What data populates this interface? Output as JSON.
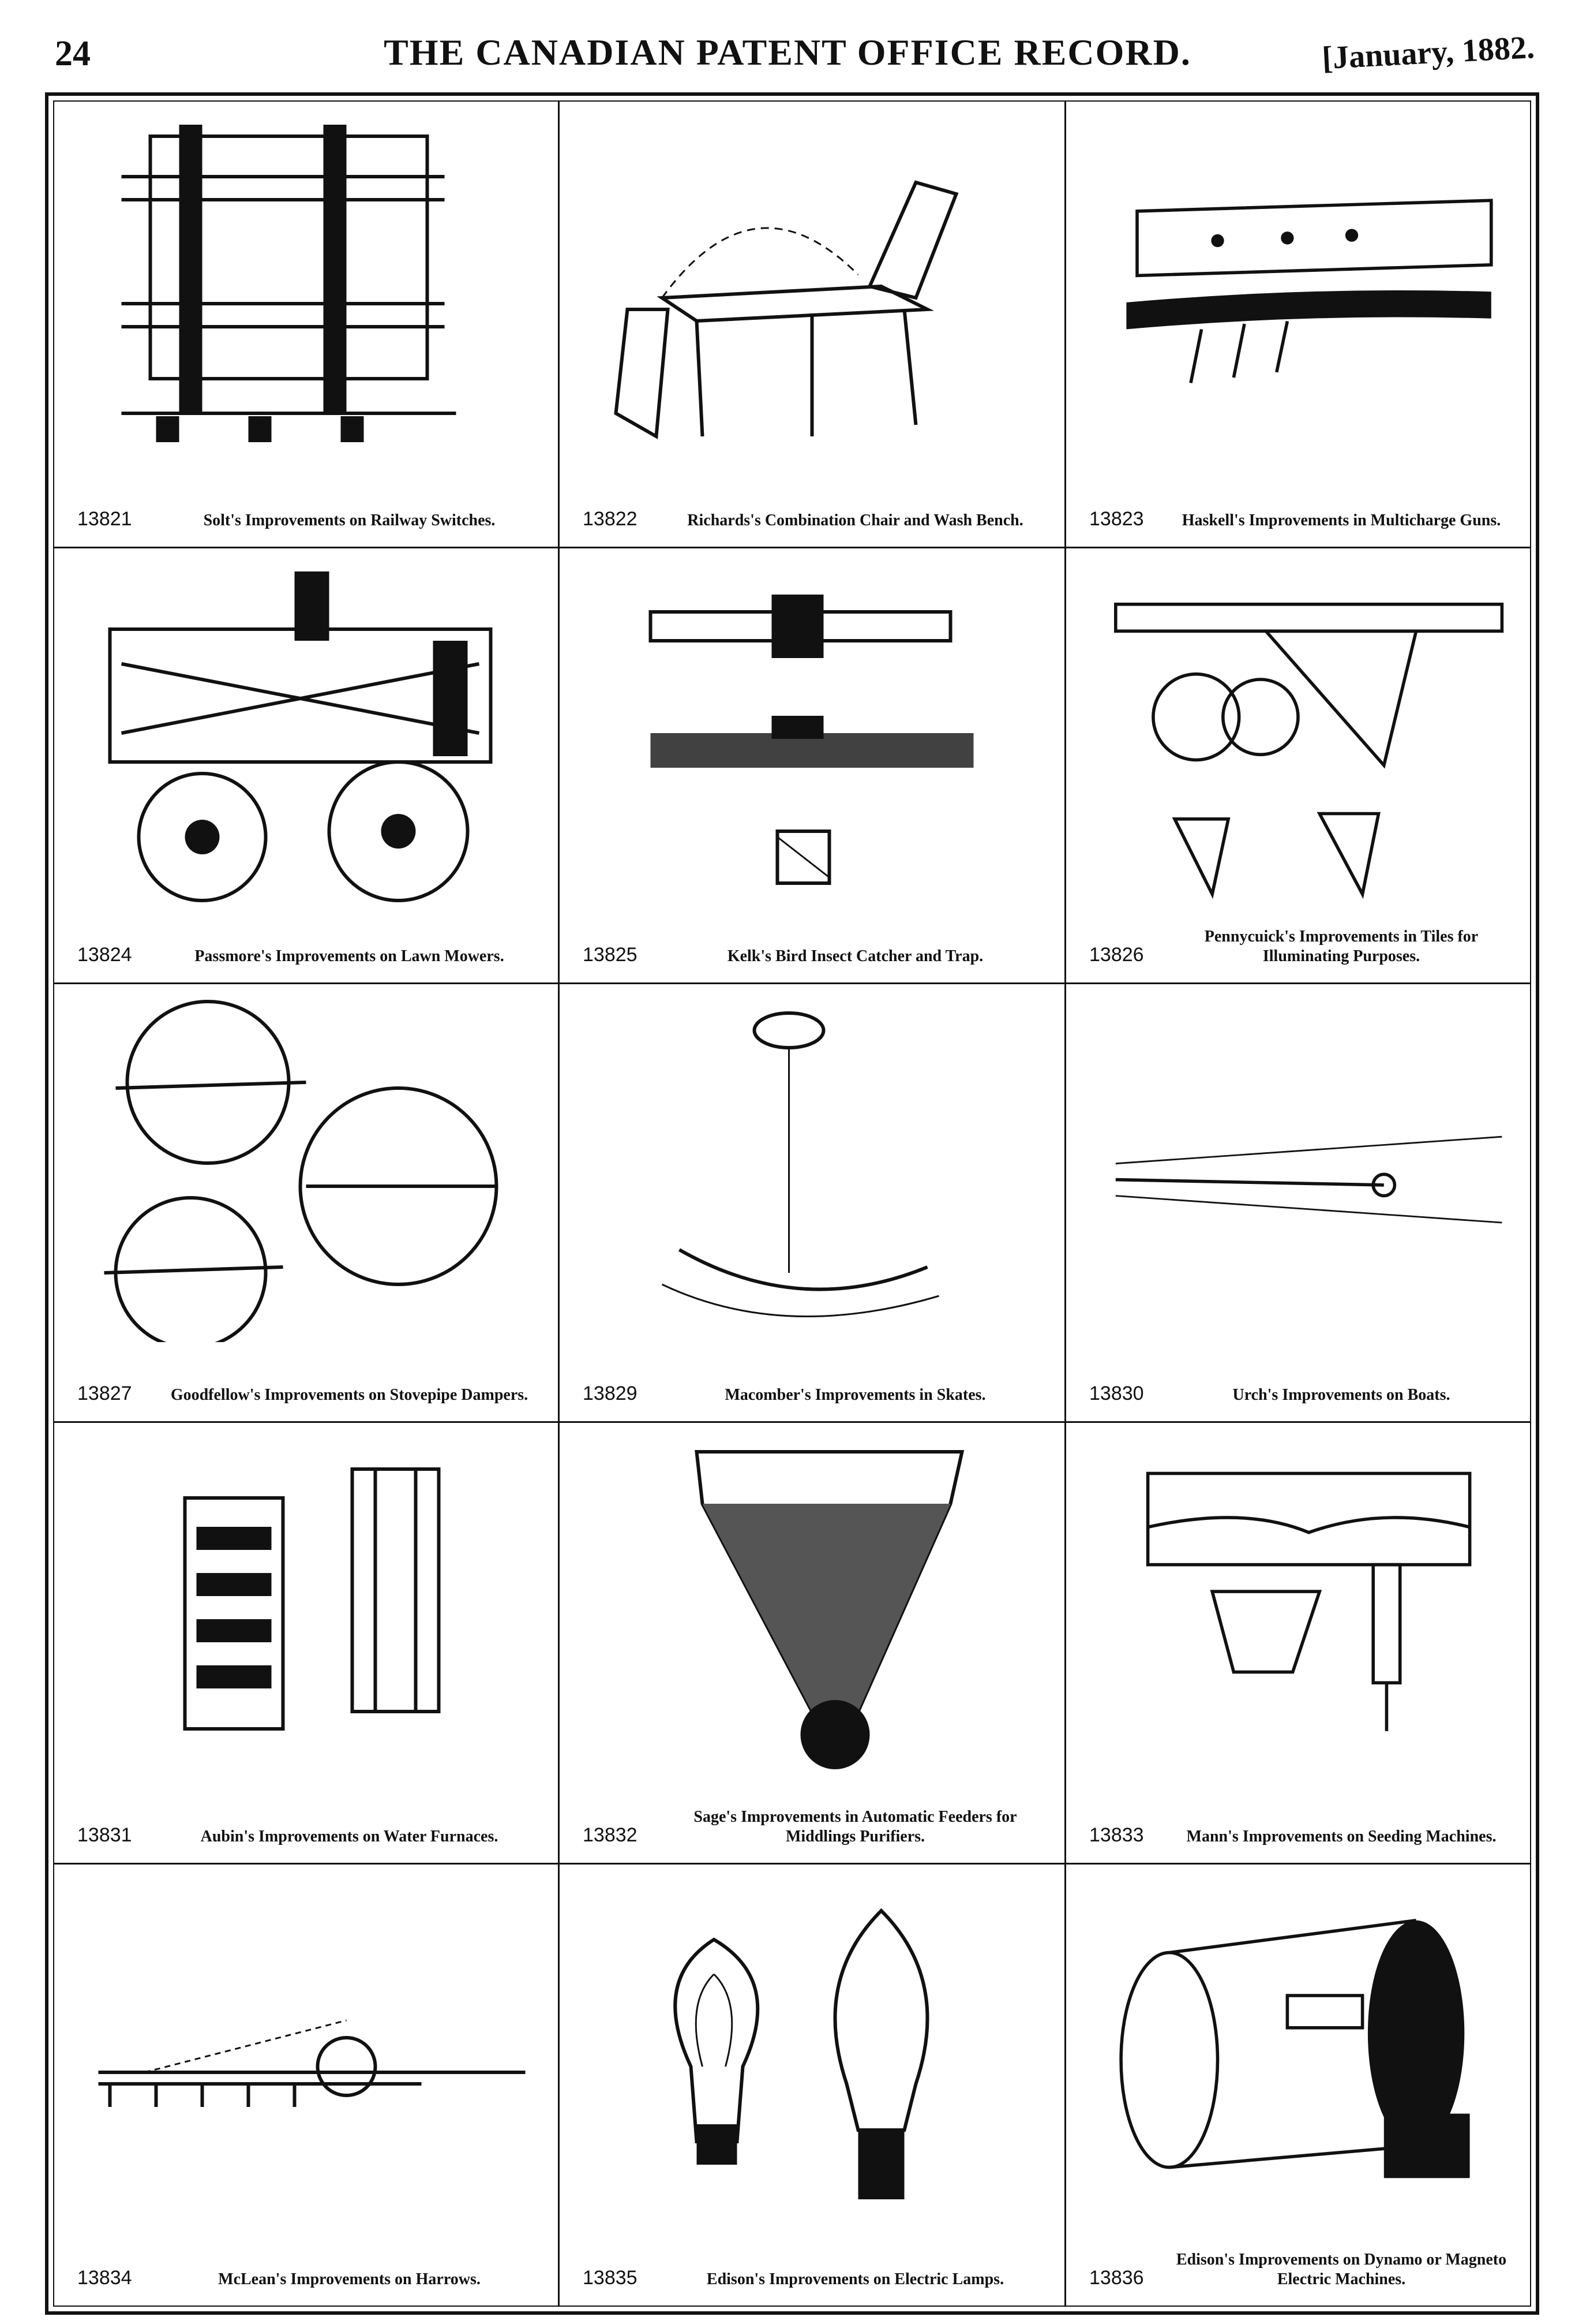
{
  "header": {
    "page_number": "24",
    "title": "THE CANADIAN PATENT OFFICE RECORD.",
    "date": "[January, 1882."
  },
  "patents": [
    {
      "number": "13821",
      "caption": "Solt's Improvements on Railway Switches.",
      "icon": "railway-switch-drawing"
    },
    {
      "number": "13822",
      "caption": "Richards's Combination Chair and Wash Bench.",
      "icon": "chair-bench-drawing"
    },
    {
      "number": "13823",
      "caption": "Haskell's Improvements in Multicharge Guns.",
      "icon": "multicharge-gun-drawing"
    },
    {
      "number": "13824",
      "caption": "Passmore's Improvements on Lawn Mowers.",
      "icon": "lawn-mower-drawing"
    },
    {
      "number": "13825",
      "caption": "Kelk's Bird Insect Catcher and Trap.",
      "icon": "insect-trap-drawing"
    },
    {
      "number": "13826",
      "caption": "Pennycuick's Improvements in Tiles for Illuminating Purposes.",
      "icon": "tile-drawing"
    },
    {
      "number": "13827",
      "caption": "Goodfellow's Improvements on Stovepipe Dampers.",
      "icon": "damper-drawing"
    },
    {
      "number": "13829",
      "caption": "Macomber's Improvements in Skates.",
      "icon": "skate-drawing"
    },
    {
      "number": "13830",
      "caption": "Urch's Improvements on Boats.",
      "icon": "boat-drawing"
    },
    {
      "number": "13831",
      "caption": "Aubin's Improvements on Water Furnaces.",
      "icon": "furnace-drawing"
    },
    {
      "number": "13832",
      "caption": "Sage's Improvements in Automatic Feeders for Middlings Purifiers.",
      "icon": "feeder-drawing"
    },
    {
      "number": "13833",
      "caption": "Mann's Improvements on Seeding Machines.",
      "icon": "seeding-machine-drawing"
    },
    {
      "number": "13834",
      "caption": "McLean's Improvements on Harrows.",
      "icon": "harrow-drawing"
    },
    {
      "number": "13835",
      "caption": "Edison's Improvements on Electric Lamps.",
      "icon": "electric-lamp-drawing"
    },
    {
      "number": "13836",
      "caption": "Edison's Improvements on Dynamo or Magneto Electric Machines.",
      "icon": "dynamo-drawing"
    }
  ]
}
